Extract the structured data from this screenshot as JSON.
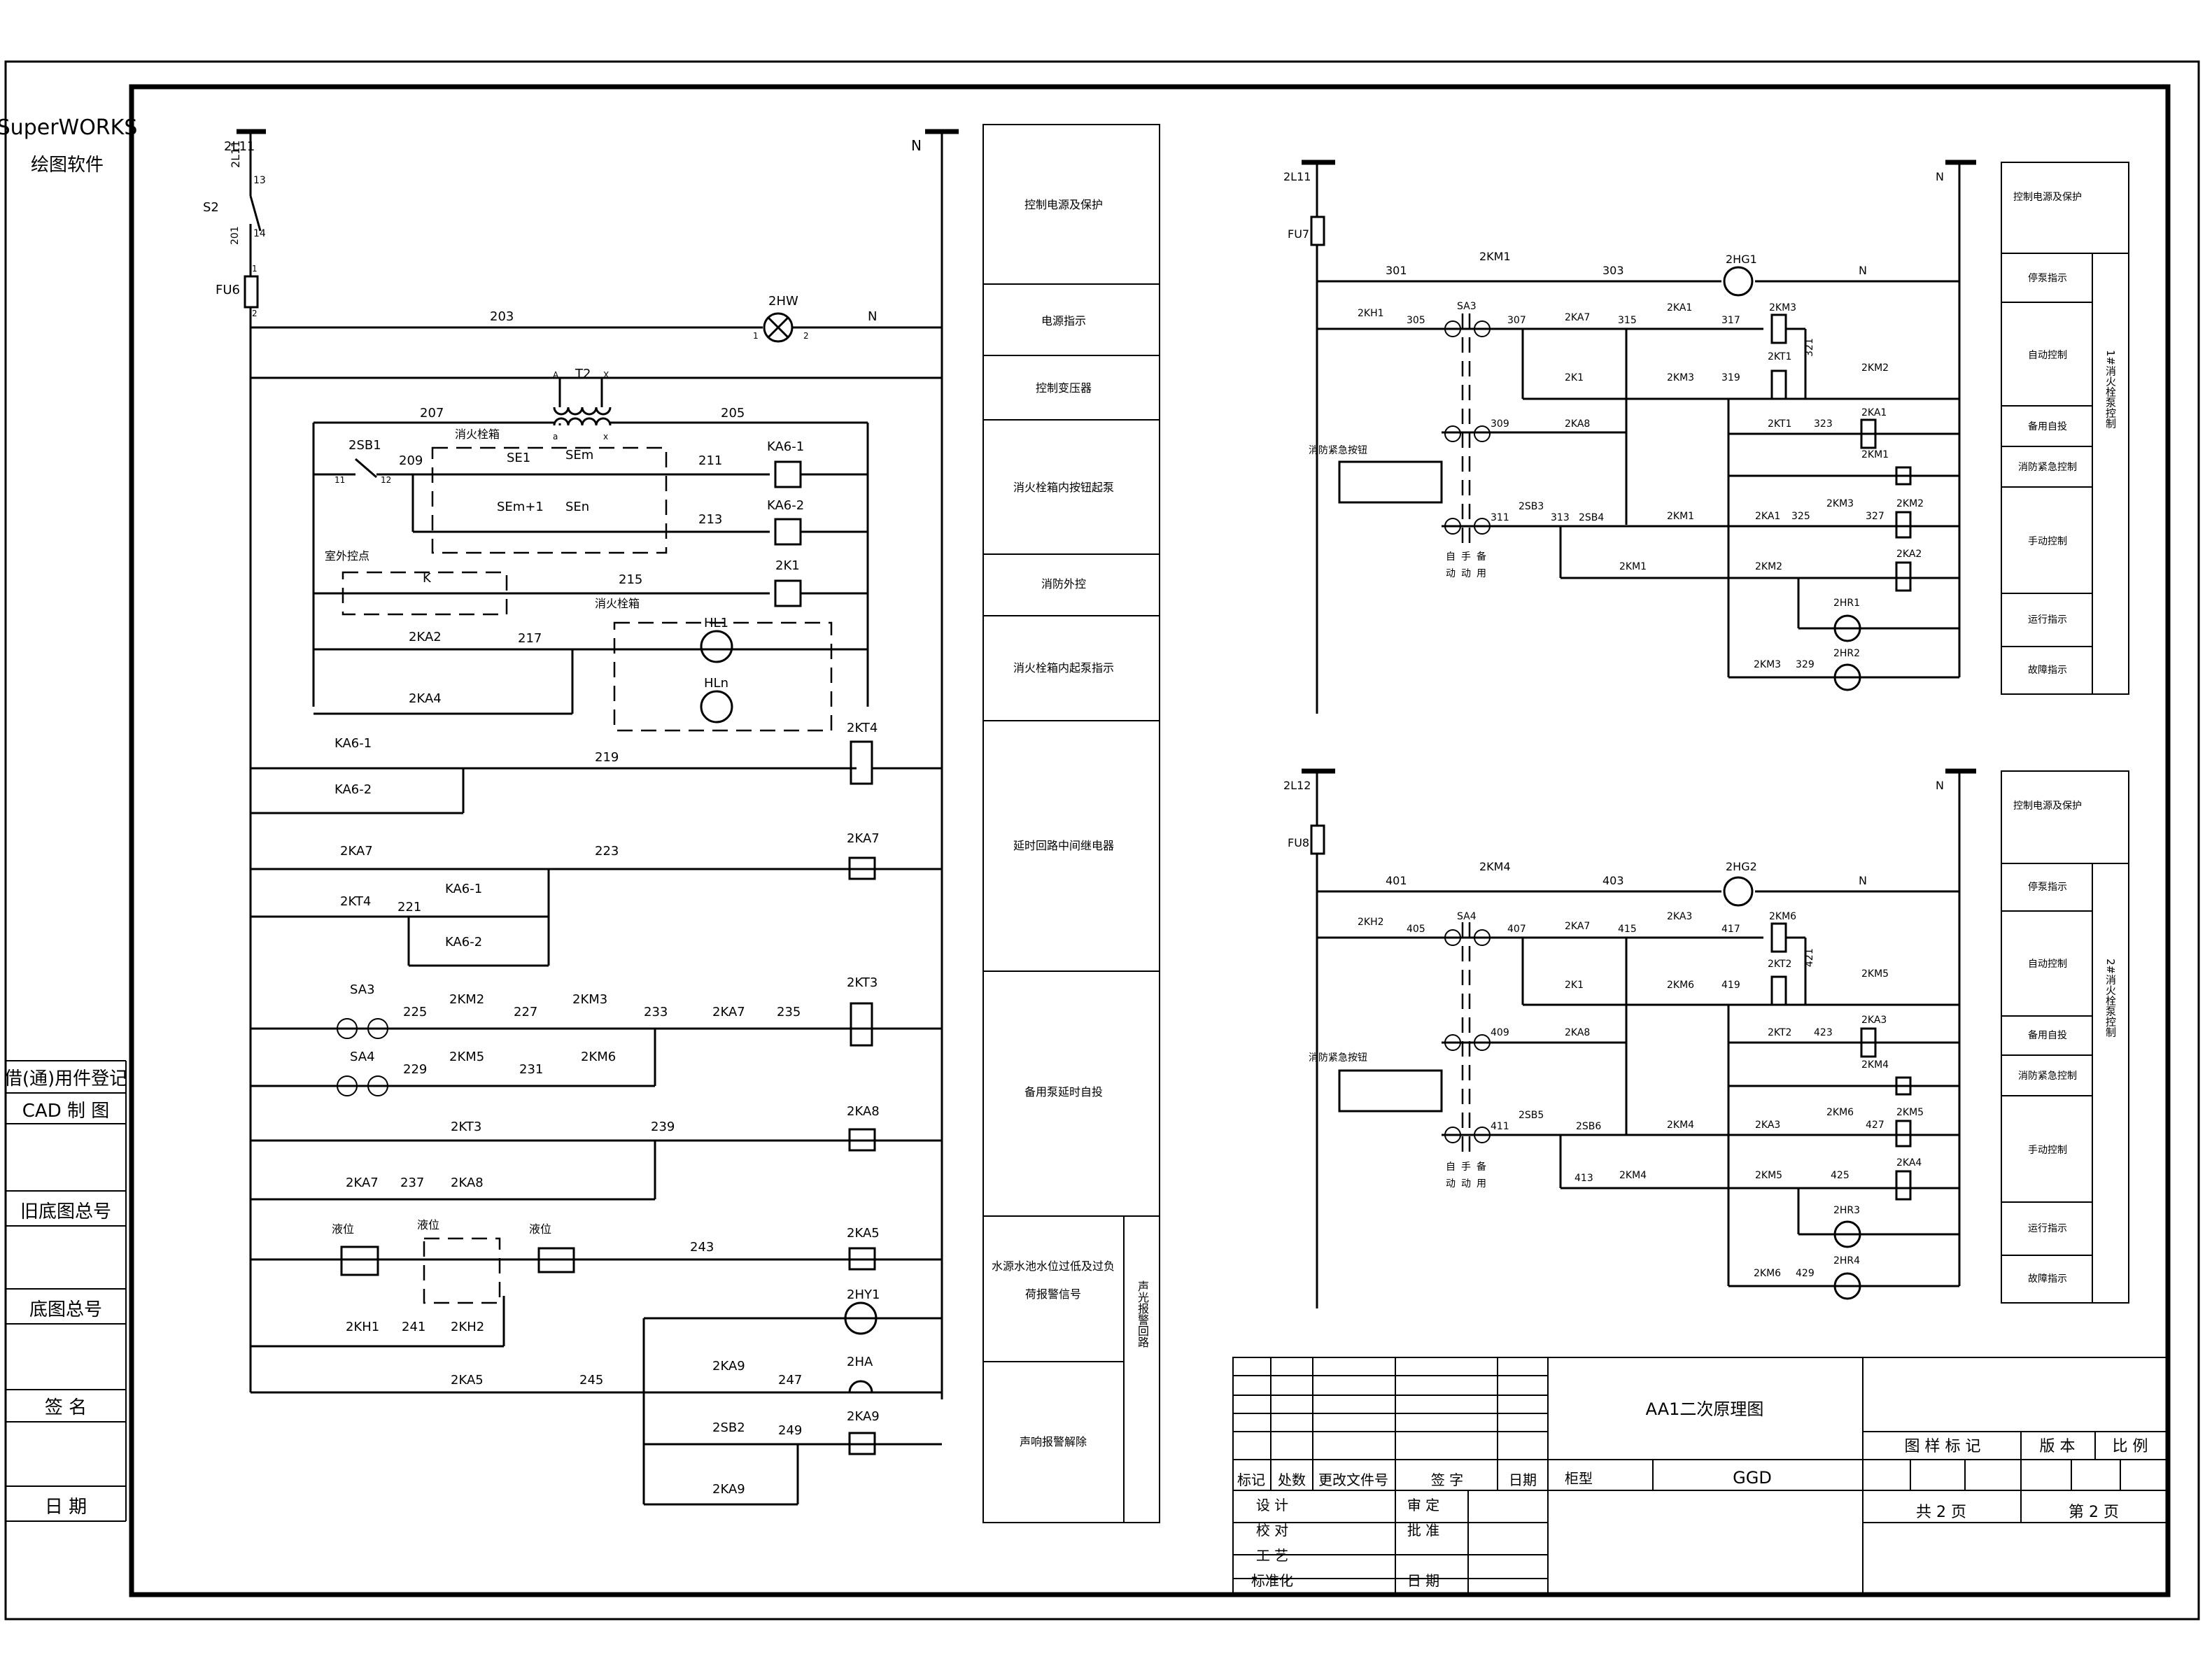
{
  "side_panel": {
    "logo_line1": "SuperWORKS",
    "logo_line2": "绘图软件",
    "rows": [
      "借(通)用件登记",
      "CAD 制 图",
      "旧底图总号",
      "底图总号",
      "签 名",
      "日 期"
    ]
  },
  "left_circuit": {
    "supply_top": [
      "2L11",
      "2L11"
    ],
    "supply_terms": [
      "13",
      "14"
    ],
    "switch": "S2",
    "fuse": "FU6",
    "fuse_terms": [
      "1",
      "2"
    ],
    "wire_201": "201",
    "neutral": "N",
    "power_lamp": {
      "label": "2HW",
      "wire": "203",
      "n": "N",
      "t1": "1",
      "t2": "2"
    },
    "transformer": {
      "label": "T2",
      "a": "A",
      "x": "X",
      "aa": "a",
      "xx": "x",
      "left_wire": "207",
      "right_wire": "205"
    },
    "hydrant_box": {
      "title": "消火栓箱",
      "sb1": "2SB1",
      "sb1_t": [
        "11",
        "12"
      ],
      "w209": "209",
      "se1": "SE1",
      "sem": "SEm",
      "sem1": "SEm+1",
      "sen": "SEn",
      "w211": "211",
      "w213": "213",
      "ka6_1": "KA6-1",
      "ka6_2": "KA6-2"
    },
    "outdoor": {
      "title": "室外控点",
      "k": "K",
      "w215": "215",
      "k1": "2K1"
    },
    "hydrant_lamps": {
      "title": "消火栓箱",
      "hl1": "HL1",
      "hln": "HLn",
      "ka2": "2KA2",
      "ka4": "2KA4",
      "w217": "217"
    },
    "kt4": {
      "coil": "2KT4",
      "c1": "KA6-1",
      "c2": "KA6-2",
      "wire": "219"
    },
    "ka7": {
      "coil": "2KA7",
      "contact": "2KA7",
      "wire": "223",
      "kt4": "2KT4",
      "w221": "221",
      "k1": "KA6-1",
      "k2": "KA6-2"
    },
    "kt3": {
      "coil": "2KT3",
      "sa3": "SA3",
      "sa4": "SA4",
      "w225": "225",
      "km2": "2KM2",
      "w227": "227",
      "km3": "2KM3",
      "w233": "233",
      "ka7": "2KA7",
      "w235": "235",
      "w229": "229",
      "km5": "2KM5",
      "w231": "231",
      "km6": "2KM6"
    },
    "ka8": {
      "coil": "2KA8",
      "kt3": "2KT3",
      "w239": "239",
      "ka7": "2KA7",
      "w237": "237",
      "ka8c": "2KA8"
    },
    "ka5": {
      "coil": "2KA5",
      "lvl1": "液位",
      "lvl2": "液位",
      "lvl3": "液位",
      "w243": "243"
    },
    "alarm": {
      "hy1": "2HY1",
      "kh1": "2KH1",
      "w241": "241",
      "kh2": "2KH2",
      "ka5": "2KA5",
      "w245": "245",
      "ka9": "2KA9",
      "w247": "247",
      "ha": "2HA",
      "sb2": "2SB2",
      "w249": "249",
      "ka9coil": "2KA9",
      "ka9b": "2KA9"
    }
  },
  "left_legend": [
    {
      "text": "控制电源及保护"
    },
    {
      "text": "电源指示"
    },
    {
      "text": "控制变压器"
    },
    {
      "text": "消火栓箱内按钮起泵"
    },
    {
      "text": "消防外控"
    },
    {
      "text": "消火栓箱内起泵指示"
    },
    {
      "text": "延时回路中间继电器"
    },
    {
      "text": "备用泵延时自投"
    },
    {
      "text": "水源水池水位过低及过负荷报警信号"
    },
    {
      "text": "声响报警解除"
    }
  ],
  "left_legend_side": "声光报警回路",
  "pump1": {
    "supply": [
      "2L11",
      "2L11"
    ],
    "fuse": "FU7",
    "n": "N",
    "w301": "301",
    "km1": "2KM1",
    "w303": "303",
    "hg": "2HG1",
    "kh": "2KH1",
    "w305": "305",
    "sa": "SA3",
    "w307": "307",
    "ka7": "2KA7",
    "w315": "315",
    "ka1": "2KA1",
    "w317": "317",
    "km": "2KM3",
    "k1": "2K1",
    "km3": "2KM3",
    "w319": "319",
    "kt": "2KT1",
    "w321": "321",
    "km2": "2KM2",
    "w309": "309",
    "ka8": "2KA8",
    "kt1": "2KT1",
    "w323": "323",
    "ka1c": "2KA1",
    "emergency": "消防紧急按钮",
    "km1c": "2KM1",
    "w311": "311",
    "sb3": "2SB3",
    "w313": "313",
    "sb4": "2SB4",
    "km1b": "2KM1",
    "ka1b": "2KA1",
    "w325": "325",
    "km3b": "2KM3",
    "w327": "327",
    "km2c": "2KM2",
    "km1d": "2KM1",
    "km2b": "2KM2",
    "ka2": "2KA2",
    "hr1": "2HR1",
    "km3c": "2KM3",
    "w329": "329",
    "hr2": "2HR2",
    "modes": [
      "自",
      "手",
      "备",
      "动",
      "动",
      "用"
    ]
  },
  "pump2": {
    "supply": [
      "2L12",
      "2L12"
    ],
    "fuse": "FU8",
    "n": "N",
    "w301": "401",
    "km1": "2KM4",
    "w303": "403",
    "hg": "2HG2",
    "kh": "2KH2",
    "w305": "405",
    "sa": "SA4",
    "w307": "407",
    "ka7": "2KA7",
    "w315": "415",
    "ka1": "2KA3",
    "w317": "417",
    "km": "2KM6",
    "k1": "2K1",
    "km3": "2KM6",
    "w319": "419",
    "kt": "2KT2",
    "w321": "421",
    "km2": "2KM5",
    "w309": "409",
    "ka8": "2KA8",
    "kt1": "2KT2",
    "w323": "423",
    "ka1c": "2KA3",
    "emergency": "消防紧急按钮",
    "km1c": "2KM4",
    "w311": "411",
    "sb3": "2SB5",
    "w313": "413",
    "sb4": "2SB6",
    "km1b": "2KM4",
    "ka1b": "2KA3",
    "w325": "",
    "km3b": "2KM6",
    "w327": "427",
    "km2c": "2KM5",
    "km1d": "2KM4",
    "km2b": "2KM5",
    "ka2": "2KA4",
    "hr1": "2HR3",
    "km3c": "2KM6",
    "w329": "429",
    "hr2": "2HR4",
    "w425": "425",
    "modes": [
      "自",
      "手",
      "备",
      "动",
      "动",
      "用"
    ]
  },
  "legend_pump1": {
    "rows": [
      "控制电源及保护",
      "停泵指示",
      "自动控制",
      "备用自投",
      "消防紧急控制",
      "手动控制",
      "运行指示",
      "故障指示"
    ],
    "side": "1#消火栓泵控制"
  },
  "legend_pump2": {
    "rows": [
      "控制电源及保护",
      "停泵指示",
      "自动控制",
      "备用自投",
      "消防紧急控制",
      "手动控制",
      "运行指示",
      "故障指示"
    ],
    "side": "2#消火栓泵控制"
  },
  "title_block": {
    "title": "AA1二次原理图",
    "headers": [
      "标记",
      "处数",
      "更改文件号",
      "签 字",
      "日期"
    ],
    "rows_left": [
      "设 计",
      "校 对",
      "工 艺",
      "标准化"
    ],
    "rows_mid": [
      "审 定",
      "批 准",
      "",
      "日 期"
    ],
    "cabinet_label": "柜型",
    "cabinet_value": "GGD",
    "mark_label": "图 样 标 记",
    "version_label": "版 本",
    "scale_label": "比 例",
    "total_pages": "共 2 页",
    "page_no": "第 2 页"
  }
}
